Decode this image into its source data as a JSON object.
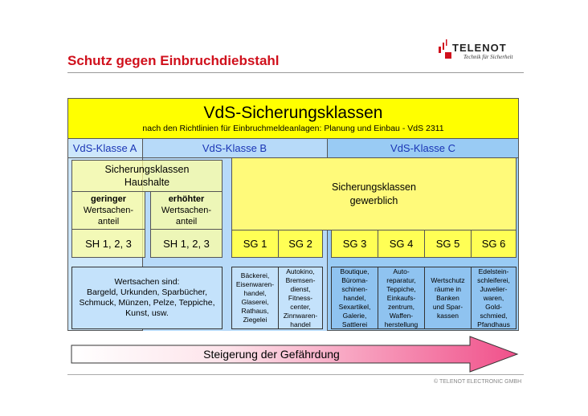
{
  "header": {
    "title": "Schutz gegen Einbruchdiebstahl",
    "logo_name": "TELENOT",
    "logo_tagline": "Technik für Sicherheit"
  },
  "diagram": {
    "title": "VdS-Sicherungsklassen",
    "subtitle": "nach den Richtlinien für Einbruchmeldeanlagen: Planung und Einbau - VdS 2311",
    "classes": [
      "VdS-Klasse A",
      "VdS-Klasse B",
      "VdS-Klasse C"
    ],
    "haushalte": {
      "title": "Sicherungsklassen\nHaushalte",
      "low_bold": "geringer",
      "low_rest": "Wertsachen-\nanteil",
      "high_bold": "erhöhter",
      "high_rest": "Wertsachen-\nanteil",
      "sh_a": "SH 1, 2, 3",
      "sh_b": "SH 1, 2, 3"
    },
    "gewerblich": {
      "title": "Sicherungsklassen\ngewerblich"
    },
    "sg": [
      "SG 1",
      "SG 2",
      "SG 3",
      "SG 4",
      "SG 5",
      "SG 6"
    ],
    "valuables": "Wertsachen sind:\nBargeld, Urkunden, Sparbücher,\nSchmuck, Münzen, Pelze, Teppiche,\nKunst, usw.",
    "examples": [
      "Bäckerei,\nEisenwaren-\nhandel,\nGlaserei,\nRathaus,\nZiegelei",
      "Autokino,\nBremsen-\ndienst,\nFitness-\ncenter,\nZinnwaren-\nhandel",
      "Boutique,\nBüroma-\nschinen-\nhandel,\nSexartikel,\nGalerie,\nSattlerei",
      "Auto-\nreparatur,\nTeppiche,\nEinkaufs-\nzentrum,\nWaffen-\nherstellung",
      "Wertschutz\nräume in\nBanken\nund Spar-\nkassen",
      "Edelstein-\nschleiferei,\nJuwelier-\nwaren,\nGold-\nschmied,\nPfandhaus"
    ],
    "arrow_label": "Steigerung der Gefährdung"
  },
  "footer": {
    "copyright": "© TELENOT ELECTRONIC GMBH"
  }
}
